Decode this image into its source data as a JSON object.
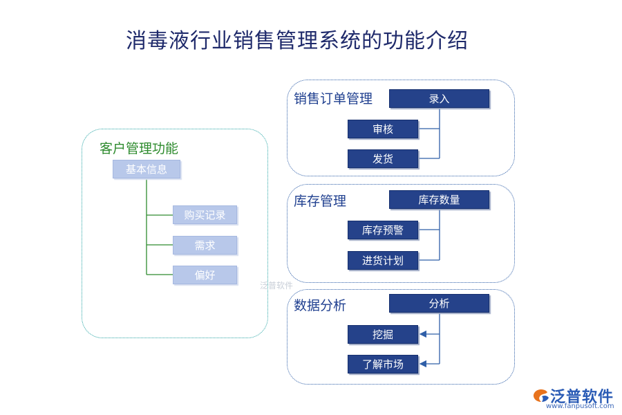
{
  "title": "消毒液行业销售管理系统的功能介绍",
  "customer": {
    "title": "客户管理功能",
    "root": "基本信息",
    "items": [
      "购买记录",
      "需求",
      "偏好"
    ]
  },
  "sales": {
    "title": "销售订单管理",
    "root": "录入",
    "items": [
      "审核",
      "发货"
    ]
  },
  "inventory": {
    "title": "库存管理",
    "root": "库存数量",
    "items": [
      "库存预警",
      "进货计划"
    ]
  },
  "analysis": {
    "title": "数据分析",
    "root": "分析",
    "items": [
      "挖掘",
      "了解市场"
    ]
  },
  "watermark": "泛普软件",
  "logo": {
    "name": "泛普软件",
    "url": "www.fanpusoft.com",
    "icon": "fanpu-logo-icon"
  },
  "colors": {
    "dark_box": "#25428a",
    "light_box": "#b8c8ea",
    "green": "#2e8b2e",
    "teal_border": "#2aa6a6",
    "blue_border": "#2f5fa8"
  }
}
